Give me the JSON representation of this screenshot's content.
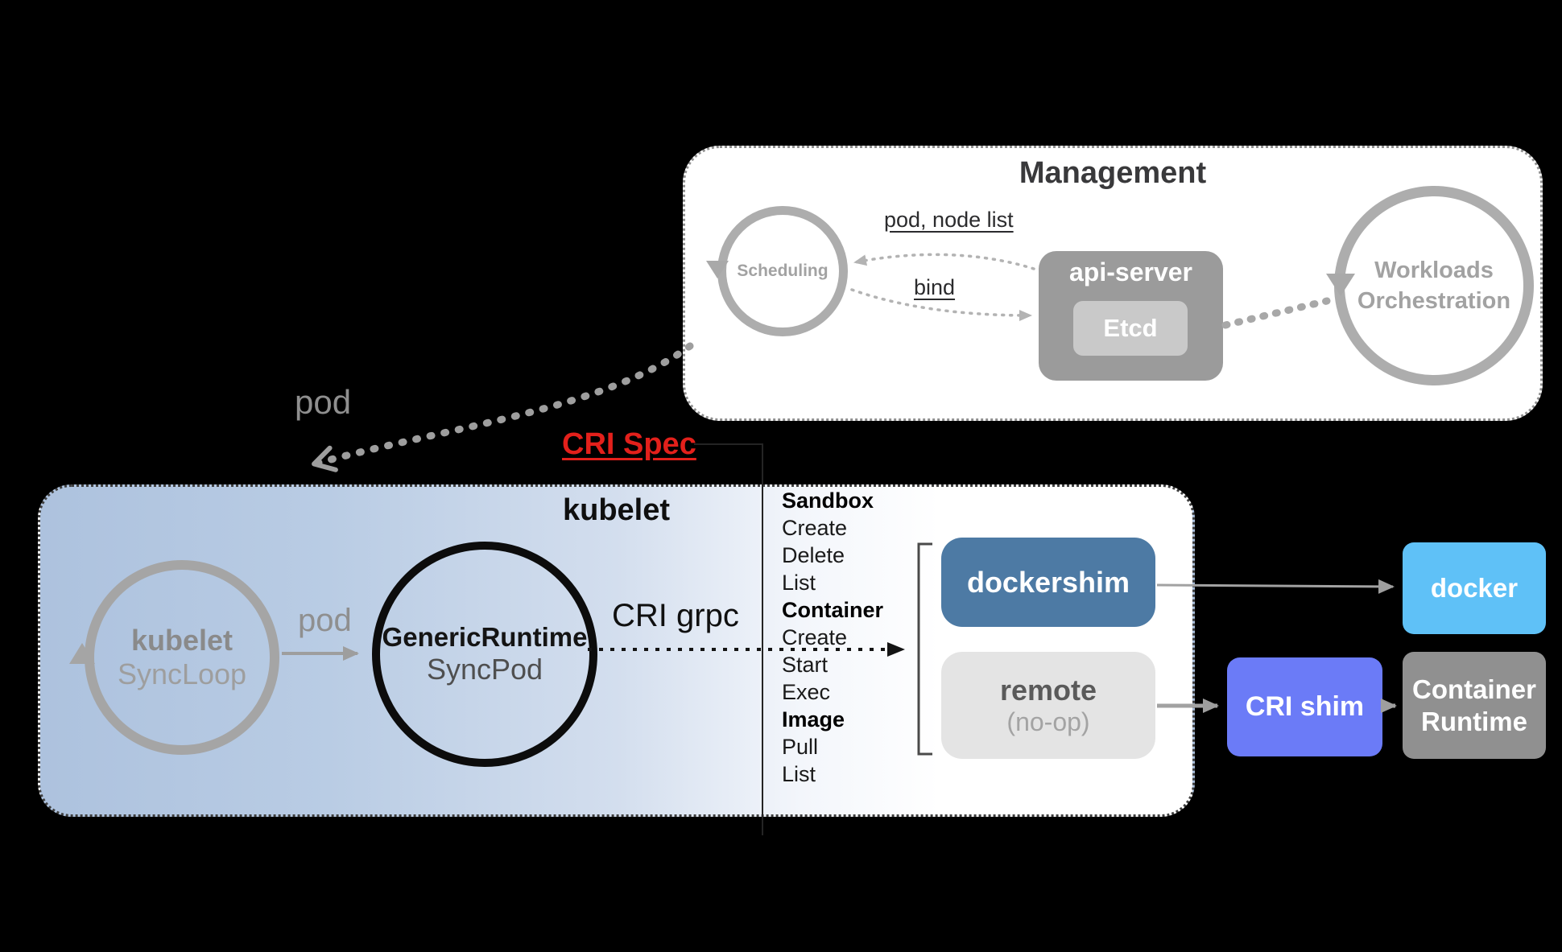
{
  "management": {
    "title": "Management",
    "scheduling": "Scheduling",
    "pod_node_list": "pod, node list",
    "bind": "bind",
    "api_server": "api-server",
    "etcd": "Etcd",
    "workloads_line1": "Workloads",
    "workloads_line2": "Orchestration"
  },
  "pod_flow_label": "pod",
  "cri_spec": "CRI Spec",
  "kubelet": {
    "title": "kubelet",
    "syncloop_title": "kubelet",
    "syncloop_subtitle": "SyncLoop",
    "pod_label": "pod",
    "runtime_title": "GenericRuntime",
    "runtime_subtitle": "SyncPod",
    "cri_grpc": "CRI grpc"
  },
  "cri_operations": [
    "Sandbox",
    "Create",
    "Delete",
    "List",
    "Container",
    "Create",
    "Start",
    "Exec",
    "Image",
    "Pull",
    "List"
  ],
  "shims": {
    "dockershim": "dockershim",
    "docker": "docker",
    "remote": "remote",
    "remote_note": "(no-op)",
    "cri_shim": "CRI shim",
    "container_runtime_line1": "Container",
    "container_runtime_line2": "Runtime"
  },
  "colors": {
    "cri-spec-red": "#e3201b",
    "dockershim-blue": "#4d7aa4",
    "docker-blue": "#5fc1f7",
    "cri-shim-purple": "#6b7bf7",
    "container-runtime-gray": "#909090",
    "remote-gray": "#e4e4e4",
    "api-server-gray": "#9b9b9b",
    "etcd-gray": "#c9c9c9"
  }
}
